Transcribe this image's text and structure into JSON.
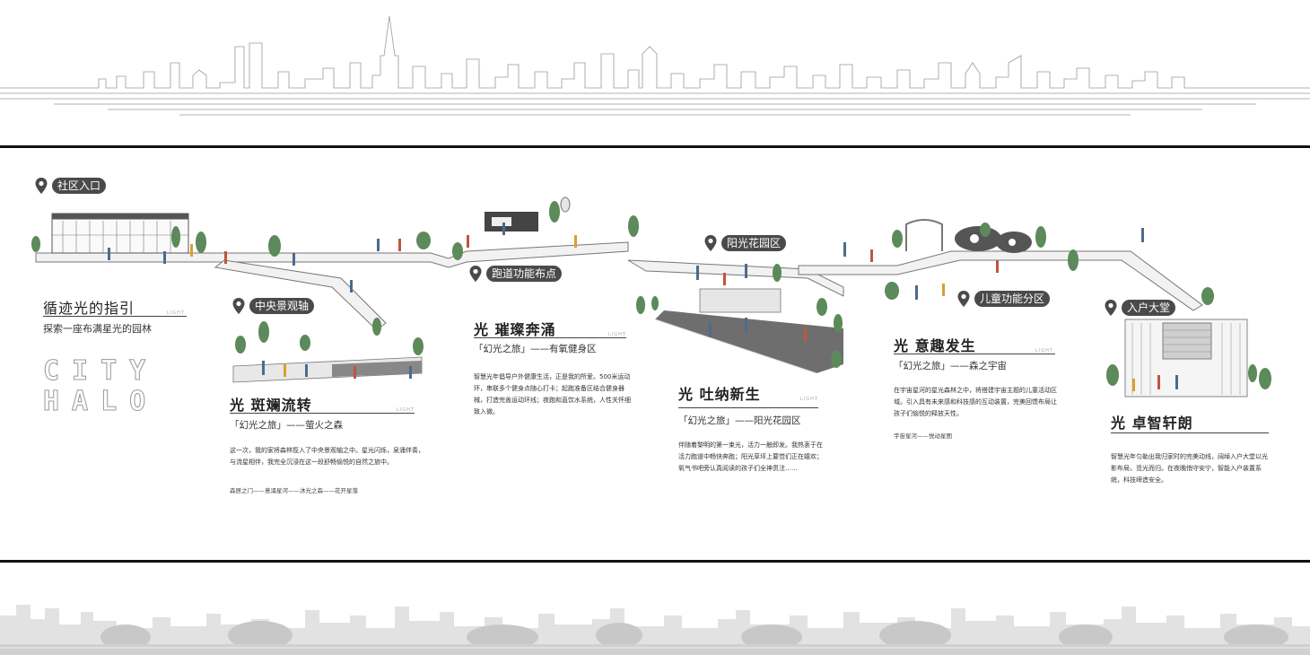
{
  "intro": {
    "title": "循迹光的指引",
    "subtitle": "探索一座布满星光的园林",
    "outline_line1": "CITY",
    "outline_line2": "HALO",
    "light_tag": "LIGHT"
  },
  "tags": {
    "entrance": "社区入口",
    "central_axis": "中央景观轴",
    "running": "跑道功能布点",
    "sunny_garden": "阳光花园区",
    "children": "儿童功能分区",
    "lobby": "入户大堂"
  },
  "sections": [
    {
      "title": "光 斑斓流转",
      "subtitle": "「幻光之旅」——萤火之森",
      "body": "这一次，我的家将森林揽入了中央景观轴之中。星光闪烁，泉涌伴奏，与流星相伴，我完全沉浸在这一段舒畅愉悦的自然之旅中。",
      "footer": "森居之门——意涌星河——沐光之森——花开星落",
      "light_tag": "LIGHT"
    },
    {
      "title": "光 璀璨奔涌",
      "subtitle": "「幻光之旅」——有氧健身区",
      "body": "智慧光年倡导户外健康生活，正是我的所爱。500米运动环，串联多个健身点随心打卡；起跑准备区结合健身器械，打造完善运动环线；夜跑和直饮水系统，人性关怀细致入微。",
      "footer": "",
      "light_tag": "LIGHT"
    },
    {
      "title": "光 吐纳新生",
      "subtitle": "「幻光之旅」——阳光花园区",
      "body": "伴随着黎明的第一束光，活力一触即发。我热衷于在活力跑道中畅快奔跑；阳光草坪上要觉们正在嬉欢；氧气书吧旁认真阅读的孩子们全神贯注……",
      "footer": "",
      "light_tag": "LIGHT"
    },
    {
      "title": "光 意趣发生",
      "subtitle": "「幻光之旅」——森之宇宙",
      "body": "在宇宙星河的星光森林之中，将搭建宇宙主题的儿童活动区域。引入具有未来感和科技感的互动装置，完美回馈布局让孩子们愉悦的释放天性。",
      "footer": "宇宙星河——悦动星图",
      "light_tag": "LIGHT"
    },
    {
      "title": "光 卓智轩朗",
      "subtitle": "",
      "body": "智慧光年匀勒出我归家时的完美动线，阔绰入户大堂以光影布局，觅光而归。在夜晚悄守安宁，智能入户装置系统，科技缔造安全。",
      "footer": "",
      "light_tag": ""
    }
  ],
  "colors": {
    "rule": "#111111",
    "tag_bg": "#4a4a4a",
    "tree_green": "#5c8a5a",
    "path_grey": "#6e6e6e"
  }
}
